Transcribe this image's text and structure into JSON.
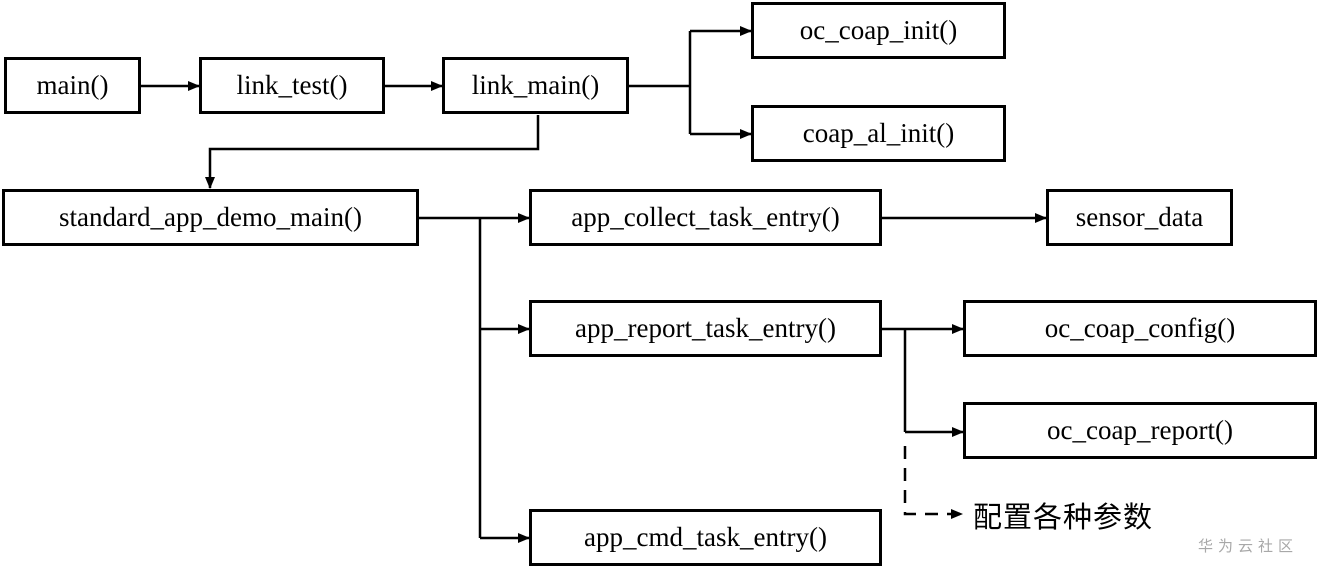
{
  "nodes": {
    "main": "main()",
    "link_test": "link_test()",
    "link_main": "link_main()",
    "oc_coap_init": "oc_coap_init()",
    "coap_al_init": "coap_al_init()",
    "standard_app_demo_main": "standard_app_demo_main()",
    "app_collect_task_entry": "app_collect_task_entry()",
    "sensor_data": "sensor_data",
    "app_report_task_entry": "app_report_task_entry()",
    "oc_coap_config": "oc_coap_config()",
    "oc_coap_report": "oc_coap_report()",
    "app_cmd_task_entry": "app_cmd_task_entry()"
  },
  "annotation": "配置各种参数",
  "watermark": "华为云社区",
  "colors": {
    "line": "#000000",
    "box_border": "#000000",
    "watermark": "#a8a8a8"
  }
}
